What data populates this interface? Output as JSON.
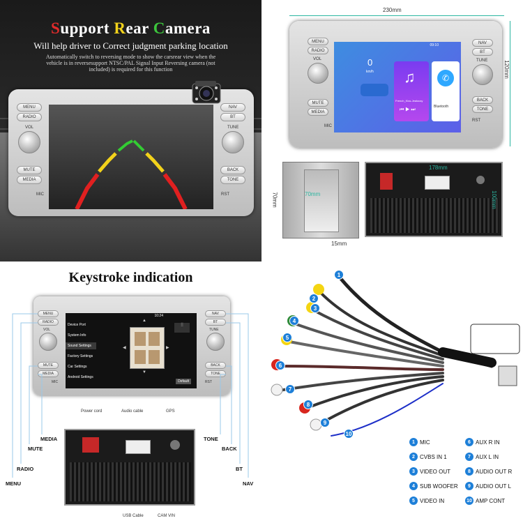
{
  "panel1": {
    "title_parts": [
      "S",
      "upport ",
      "R",
      "ear ",
      "C",
      "amera"
    ],
    "subtitle": "Will help driver to Correct judgment parking location",
    "description": "Automatically switch to reversing mode to show the carsrear view when the vehicle is in reversesupport NTSC/PAL Signal Input Reversing camera (not included) is required for this function",
    "buttons": {
      "menu": "MENU",
      "radio": "RADIO",
      "mute": "MUTE",
      "media": "MEDIA",
      "nav": "NAV",
      "bt": "BT",
      "back": "BACK",
      "tone": "TONE",
      "vol": "VOL",
      "tune": "TUNE",
      "mic": "MIC",
      "rst": "RST"
    }
  },
  "panel2": {
    "width_label": "230mm",
    "height_label": "120mm",
    "side_height_label": "70mm",
    "side_inner_label": "70mm",
    "side_depth_label": "15mm",
    "back_width_label": "178mm",
    "back_height_label": "100mm",
    "status_time": "09:10",
    "speed_value": "0",
    "speed_unit": "km/h",
    "music_track": "French_Kiss-Jealousy",
    "bt_label": "Bluetooth",
    "buttons": {
      "menu": "MENU",
      "radio": "RADIO",
      "mute": "MUTE",
      "media": "MEDIA",
      "nav": "NAV",
      "bt": "BT",
      "back": "BACK",
      "tone": "TONE",
      "vol": "VOL",
      "tune": "TUNE",
      "mic": "MIC",
      "rst": "RST"
    }
  },
  "panel3": {
    "title": "Keystroke indication",
    "status_time": "10:24",
    "menu": [
      "Device Port",
      "System Info",
      "Sound Settings",
      "Factory Settings",
      "Car Settings",
      "Android Settings"
    ],
    "default_btn": "Default",
    "buttons": {
      "menu": "MENU",
      "radio": "RADIO",
      "mute": "MUTE",
      "media": "MEDIA",
      "nav": "NAV",
      "bt": "BT",
      "back": "BACK",
      "tone": "TONE",
      "vol": "VOL",
      "tune": "TUNE",
      "mic": "MIC",
      "rst": "RST"
    },
    "callouts": {
      "menu": "MENU",
      "radio": "RADIO",
      "mute": "MUTE",
      "media": "MEDIA",
      "tone": "TONE",
      "back": "BACK",
      "bt": "BT",
      "nav": "NAV"
    },
    "ports": {
      "power": "Power cord",
      "audio": "Audio cable",
      "gps": "GPS",
      "usb": "USB Cable",
      "cam": "CAM VIN"
    }
  },
  "panel4": {
    "legend": [
      {
        "n": "1",
        "label": "MIC"
      },
      {
        "n": "2",
        "label": "CVBS IN 1"
      },
      {
        "n": "3",
        "label": "VIDEO OUT"
      },
      {
        "n": "4",
        "label": "SUB WOOFER"
      },
      {
        "n": "5",
        "label": "VIDEO IN"
      },
      {
        "n": "6",
        "label": "AUX R IN"
      },
      {
        "n": "7",
        "label": "AUX L IN"
      },
      {
        "n": "8",
        "label": "AUDIO OUT R"
      },
      {
        "n": "9",
        "label": "AUDIO OUT L"
      },
      {
        "n": "10",
        "label": "AMP CONT"
      }
    ],
    "colors": {
      "accent": "#1d7fd8",
      "red": "#d8261f",
      "yellow": "#f4d512",
      "white": "#f2f2f2",
      "green": "#2e8b3a"
    }
  }
}
